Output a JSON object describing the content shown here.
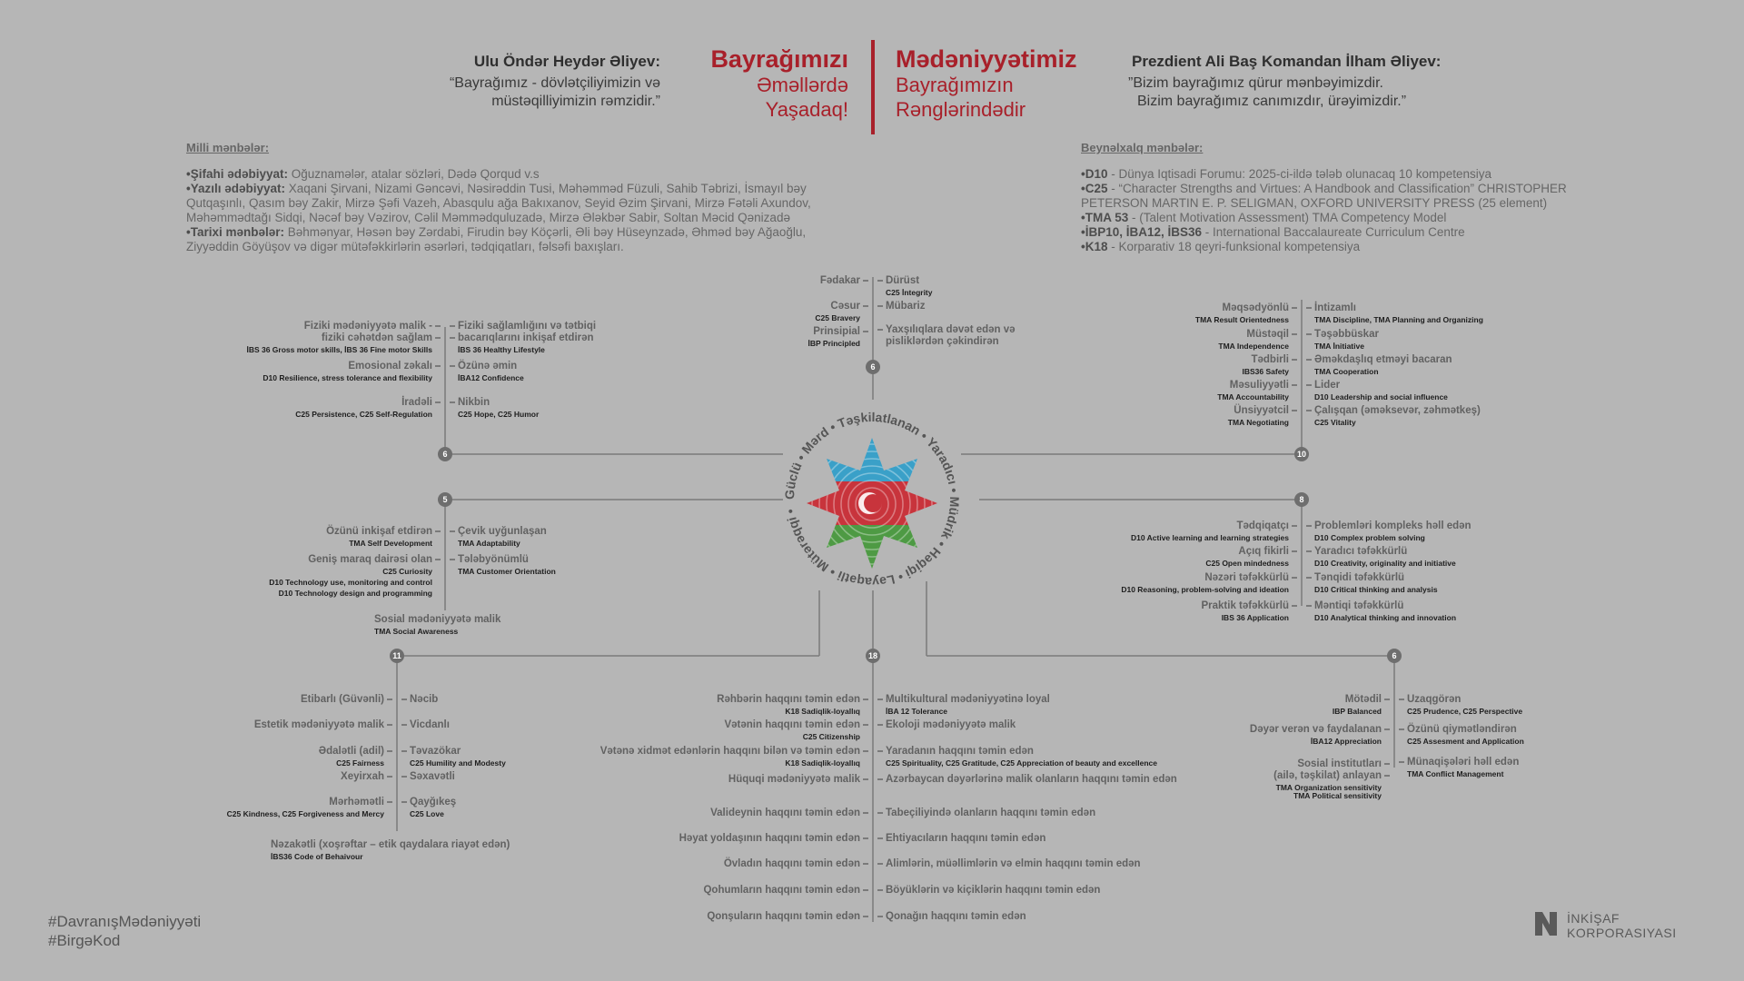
{
  "header": {
    "left": {
      "name": "Ulu Öndər Heydər Əliyev:",
      "quote1": "“Bayrağımız - dövlətçiliyimizin və",
      "quote2": "müstəqilliyimizin rəmzidir.”"
    },
    "slogan_left": {
      "big": "Bayrağımızı",
      "l1": "Əməllərdə",
      "l2": "Yaşadaq!"
    },
    "slogan_right": {
      "big": "Mədəniyyətimiz",
      "l1": "Bayrağımızın",
      "l2": "Rənglərindədir"
    },
    "right": {
      "name": "Prezdient Ali Baş Komandan İlham Əliyev:",
      "quote1": "”Bizim bayrağımız qürur mənbəyimizdir.",
      "quote2": "Bizim bayrağımız canımızdır, ürəyimizdir.”"
    }
  },
  "sources": {
    "national": {
      "title": "Milli mənbələr:",
      "lines": [
        {
          "b": "•Şifahi ədəbiyyat:",
          "t": " Oğuznamələr, atalar sözləri, Dədə Qorqud v.s"
        },
        {
          "b": "•Yazılı ədəbiyyat:",
          "t": " Xaqani Şirvani, Nizami Gəncəvi, Nəsirəddin Tusi, Məhəmməd Füzuli, Sahib Təbrizi, İsmayıl bəy"
        },
        {
          "b": "",
          "t": "Qutqaşınlı, Qasım bəy Zakir, Mirzə Şəfi Vazeh, Abasqulu ağa Bakıxanov, Seyid Əzim Şirvani, Mirzə Fətəli Axundov,"
        },
        {
          "b": "",
          "t": "Məhəmmədtağı Sidqi, Nəcəf bəy Vəzirov, Cəlil Məmmədquluzadə, Mirzə Ələkbər Sabir, Soltan Məcid Qənizadə"
        },
        {
          "b": "•Tarixi mənbələr:",
          "t": " Bəhmənyar, Həsən bəy Zərdabi, Firudin bəy Köçərli, Əli bəy Hüseynzadə, Əhməd bəy Ağaoğlu,"
        },
        {
          "b": "",
          "t": "Ziyyəddin Göyüşov  və digər mütəfəkkirlərin əsərləri, tədqiqatları, fəlsəfi baxışları."
        }
      ]
    },
    "international": {
      "title": "Beynəlxalq mənbələr:",
      "lines": [
        {
          "b": "•D10",
          "t": " - Dünya Iqtisadi Forumu: 2025-ci-ildə tələb olunacaq 10 kompetensiya"
        },
        {
          "b": "•C25",
          "t": " - “Character Strengths and Virtues: A Handbook and Classification” CHRISTOPHER"
        },
        {
          "b": "",
          "t": "PETERSON MARTIN E. P. SELIGMAN, OXFORD UNIVERSITY PRESS  (25 element)"
        },
        {
          "b": "•TMA 53",
          "t": " - (Talent Motivation Assessment) TMA Competency Model"
        },
        {
          "b": "•İBP10, İBA12, İBS36",
          "t": " - International Baccalaureate Curriculum Centre"
        },
        {
          "b": "•K18",
          "t": " - Korparativ 18 qeyri-funksional kompetensiya"
        }
      ]
    }
  },
  "ring": [
    "Güclü",
    "Mərd",
    "Təşkilatlanan",
    "Yaradıcı",
    "Müdrik",
    "Həqiqi",
    "Ləyaqətli",
    "Mütərəqqi"
  ],
  "ring_text": "Güclü • Mərd • Təşkilatlanan • Yaradıcı • Müdrik • Həqiqi • Ləyaqətli • Mütərəqqi •",
  "badges": {
    "top": "6",
    "left_top": "6",
    "left_mid": "5",
    "right_top": "10",
    "right_mid": "8",
    "bottom_left": "11",
    "bottom_center": "18",
    "bottom_right": "6"
  },
  "top_group": {
    "left": [
      {
        "t": "Fədakar",
        "s": ""
      },
      {
        "t": "Cəsur",
        "s": "C25 Bravery"
      },
      {
        "t": "Prinsipial",
        "s": "İBP Principled"
      }
    ],
    "right": [
      {
        "t": "Dürüst",
        "s": "C25 İntegrity"
      },
      {
        "t": "Mübariz",
        "s": ""
      },
      {
        "t": "Yaxşılıqlara dəvət edən və",
        "s": ""
      }
    ],
    "right_extra": "pisliklərdən çəkindirən"
  },
  "left_top": {
    "left": [
      {
        "t": "Fiziki mədəniyyətə malik -",
        "s": ""
      },
      {
        "t": "fiziki cəhətdən sağlam",
        "s": "İBS 36 Gross motor skills, İBS 36 Fine motor Skills"
      },
      {
        "t": "Emosional zəkalı",
        "s": "D10 Resilience, stress tolerance and flexibility"
      },
      {
        "t": "İradəli",
        "s": "C25 Persistence, C25 Self-Regulation"
      }
    ],
    "right": [
      {
        "t": "Fiziki sağlamlığını və tətbiqi",
        "s": ""
      },
      {
        "t": "bacarıqlarını inkişaf etdirən",
        "s": "İBS 36 Healthy Lifestyle"
      },
      {
        "t": "Özünə əmin",
        "s": "İBA12 Confidence"
      },
      {
        "t": "Nikbin",
        "s": "C25 Hope, C25 Humor"
      }
    ]
  },
  "left_mid": {
    "left": [
      {
        "t": "Özünü inkişaf etdirən",
        "s": "TMA Self Development"
      },
      {
        "t": "Geniş maraq dairəsi olan",
        "s": "C25 Curiosity"
      },
      {
        "t": "",
        "s": "D10 Technology use, monitoring and control"
      },
      {
        "t": "",
        "s": "D10 Technology design and programming"
      }
    ],
    "right": [
      {
        "t": "Çevik uyğunlaşan",
        "s": "TMA Adaptability"
      },
      {
        "t": "Tələbyönümlü",
        "s": "TMA Customer Orientation"
      }
    ],
    "bottom": {
      "t": "Sosial mədəniyyətə malik",
      "s": "TMA Social Awareness"
    }
  },
  "right_top": {
    "left": [
      {
        "t": "Məqsədyönlü",
        "s": "TMA Result Orientedness"
      },
      {
        "t": "Müstəqil",
        "s": "TMA Independence"
      },
      {
        "t": "Tədbirli",
        "s": "IBS36 Safety"
      },
      {
        "t": "Məsuliyyətli",
        "s": "TMA Accountability"
      },
      {
        "t": "Ünsiyyətcil",
        "s": "TMA Negotiating"
      }
    ],
    "right": [
      {
        "t": "İntizamlı",
        "s": "TMA Discipline, TMA Planning and Organizing"
      },
      {
        "t": "Təşəbbüskar",
        "s": "TMA İnitiative"
      },
      {
        "t": "Əməkdaşlıq etməyi bacaran",
        "s": "TMA Cooperation"
      },
      {
        "t": "Lider",
        "s": "D10 Leadership and social influence"
      },
      {
        "t": "Çalışqan (əməksevər, zəhmətkeş)",
        "s": "C25 Vitality"
      }
    ]
  },
  "right_mid": {
    "left": [
      {
        "t": "Tədqiqatçı",
        "s": "D10 Active learning and learning strategies"
      },
      {
        "t": "Açıq fikirli",
        "s": "C25 Open mindedness"
      },
      {
        "t": "Nəzəri təfəkkürlü",
        "s": "D10 Reasoning, problem-solving and ideation"
      },
      {
        "t": "Praktik təfəkkürlü",
        "s": "IBS 36 Application"
      }
    ],
    "right": [
      {
        "t": "Problemləri kompleks həll edən",
        "s": "D10 Complex problem solving"
      },
      {
        "t": "Yaradıcı təfəkkürlü",
        "s": "D10 Creativity, originality and initiative"
      },
      {
        "t": "Tənqidi təfəkkürlü",
        "s": "D10 Critical thinking and analysis"
      },
      {
        "t": "Məntiqi təfəkkürlü",
        "s": "D10 Analytical thinking and innovation"
      }
    ]
  },
  "bottom_left": {
    "left": [
      {
        "t": "Etibarlı (Güvənli)",
        "s": ""
      },
      {
        "t": "Estetik mədəniyyətə malik",
        "s": ""
      },
      {
        "t": "Ədalətli (adil)",
        "s": "C25 Fairness"
      },
      {
        "t": "Xeyirxah",
        "s": ""
      },
      {
        "t": "Mərhəmətli",
        "s": "C25 Kindness, C25 Forgiveness and Mercy"
      }
    ],
    "right": [
      {
        "t": "Nəcib",
        "s": ""
      },
      {
        "t": "Vicdanlı",
        "s": ""
      },
      {
        "t": "Təvazökar",
        "s": "C25 Humility and Modesty"
      },
      {
        "t": "Səxavətli",
        "s": ""
      },
      {
        "t": "Qayğıkeş",
        "s": "C25 Love"
      }
    ],
    "bottom": {
      "t": "Nəzakətli (xoşrəftar – etik qaydalara riayət edən)",
      "s": "İBS36 Code of Behaivour"
    }
  },
  "bottom_center": {
    "left": [
      {
        "t": "Rəhbərin haqqını təmin edən",
        "s": "K18 Sadiqlik-loyallıq"
      },
      {
        "t": "Vətənin haqqını təmin edən",
        "s": "C25 Citizenship"
      },
      {
        "t": "Vətənə xidmət edənlərin haqqını bilən və təmin edən",
        "s": "K18 Sadiqlik-loyallıq"
      },
      {
        "t": "Hüquqi mədəniyyətə malik",
        "s": ""
      },
      {
        "t": "Valideynin haqqını təmin edən",
        "s": ""
      },
      {
        "t": "Həyat yoldaşının haqqını təmin edən",
        "s": ""
      },
      {
        "t": "Övladın haqqını təmin edən",
        "s": ""
      },
      {
        "t": "Qohumların haqqını təmin edən",
        "s": ""
      },
      {
        "t": "Qonşuların haqqını təmin edən",
        "s": ""
      }
    ],
    "right": [
      {
        "t": "Multikultural mədəniyyətinə loyal",
        "s": "İBA 12 Tolerance"
      },
      {
        "t": "Ekoloji mədəniyyətə malik",
        "s": ""
      },
      {
        "t": "Yaradanın haqqını təmin edən",
        "s": "C25 Spirituality, C25 Gratitude, C25 Appreciation of beauty and excellence"
      },
      {
        "t": "Azərbaycan dəyərlərinə malik olanların haqqını təmin edən",
        "s": ""
      },
      {
        "t": "Tabeçiliyində olanların haqqını təmin edən",
        "s": ""
      },
      {
        "t": "Ehtiyacıların haqqını təmin edən",
        "s": ""
      },
      {
        "t": "Alimlərin, müəllimlərin və elmin haqqını təmin edən",
        "s": ""
      },
      {
        "t": "Böyüklərin və kiçiklərin haqqını təmin edən",
        "s": ""
      },
      {
        "t": "Qonağın haqqını təmin edən",
        "s": ""
      }
    ]
  },
  "bottom_right": {
    "left": [
      {
        "t": "Mötədil",
        "s": "IBP Balanced"
      },
      {
        "t": "Dəyər verən və faydalanan",
        "s": "İBA12 Appreciation"
      },
      {
        "t": "Sosial institutları",
        "s": ""
      },
      {
        "t": "(ailə, təşkilat) anlayan",
        "s": "TMA Organization sensitivity"
      },
      {
        "t": "",
        "s": "TMA Political sensitivity"
      }
    ],
    "right": [
      {
        "t": "Uzaqgörən",
        "s": "C25 Prudence, C25 Perspective"
      },
      {
        "t": "Özünü qiymətləndirən",
        "s": "C25 Assesment and Application"
      },
      {
        "t": "Münaqişələri həll edən",
        "s": "TMA Conflict Management"
      }
    ]
  },
  "footer": {
    "hash1": "#DavranışMədəniyyəti",
    "hash2": "#BirgəKod",
    "logo1": "İNKİŞAF",
    "logo2": "KORPORASIYASI"
  },
  "colors": {
    "background": "#b6b6b6",
    "accent": "#a8202a",
    "badge": "#6e6e6e",
    "flag_blue": "#3aa0c8",
    "flag_red": "#c8343c",
    "flag_green": "#4e9a44"
  }
}
